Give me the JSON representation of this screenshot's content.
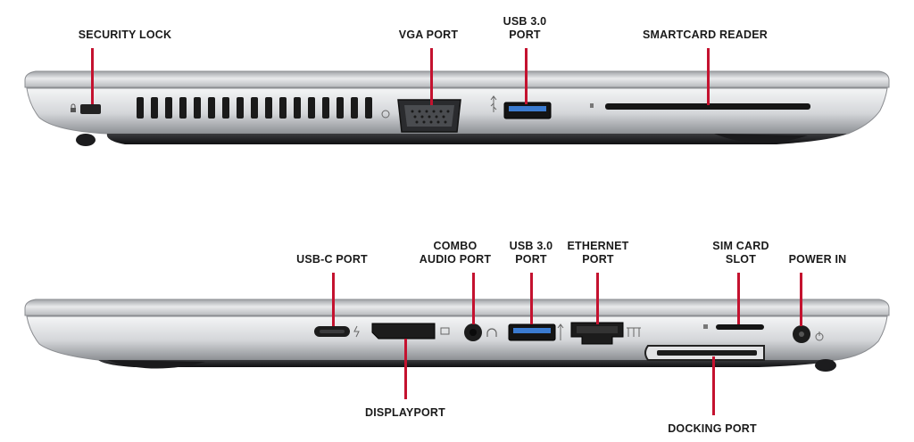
{
  "colors": {
    "leader": "#c4122f",
    "label": "#1a1a1a",
    "chassis_light": "#e4e5e7",
    "chassis_dark": "#1e1e20"
  },
  "top_view": {
    "labels": {
      "security_lock": "SECURITY LOCK",
      "vga_port": "VGA PORT",
      "usb30_line1": "USB 3.0",
      "usb30_line2": "PORT",
      "smartcard_reader": "SMARTCARD READER"
    }
  },
  "bottom_view": {
    "labels": {
      "usbc_port": "USB-C PORT",
      "combo_line1": "COMBO",
      "combo_line2": "AUDIO PORT",
      "usb30_line1": "USB 3.0",
      "usb30_line2": "PORT",
      "ethernet_line1": "ETHERNET",
      "ethernet_line2": "PORT",
      "simcard_line1": "SIM CARD",
      "simcard_line2": "SLOT",
      "power_in": "POWER IN",
      "displayport": "DISPLAYPORT",
      "docking_port": "DOCKING PORT"
    }
  },
  "icons": [
    "lock-icon",
    "usb-icon",
    "monitor-icon",
    "usb-c-icon",
    "displayport-icon",
    "headphone-icon",
    "usb-icon",
    "network-icon",
    "sim-icon",
    "power-icon"
  ]
}
